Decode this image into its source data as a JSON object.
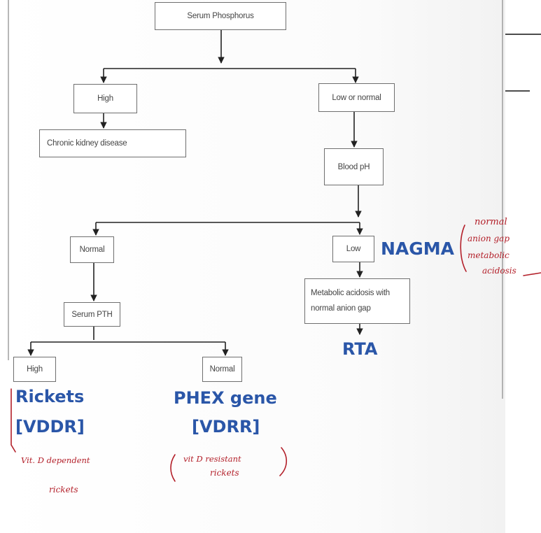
{
  "diagram": {
    "nodes": {
      "serum_phosphorus": "Serum Phosphorus",
      "high": "High",
      "low_or_normal": "Low or normal",
      "chronic_kidney_disease": "Chronic kidney disease",
      "blood_ph": "Blood pH",
      "normal": "Normal",
      "low": "Low",
      "metabolic_acidosis": "Metabolic acidosis with\nnormal anion gap",
      "serum_pth": "Serum PTH",
      "pth_high": "High",
      "pth_normal": "Normal"
    },
    "labels": {
      "nagma": "NAGMA",
      "rta": "RTA",
      "rickets": "Rickets",
      "vddr": "[VDDR]",
      "phex_gene": "PHEX gene",
      "vdrr": "[VDRR]"
    },
    "handwritten": {
      "nagma_line1": "normal",
      "nagma_line2": "anion gap",
      "nagma_line3": "metabolic",
      "nagma_line4": "acidosis",
      "vddr_line1": "Vit. D dependent",
      "vddr_line2": "rickets",
      "vdrr_line1": "vit D resistant",
      "vdrr_line2": "rickets"
    },
    "colors": {
      "blue_labels": "#2a56a8",
      "handwriting": "#b3202a",
      "lines": "#222222"
    }
  }
}
